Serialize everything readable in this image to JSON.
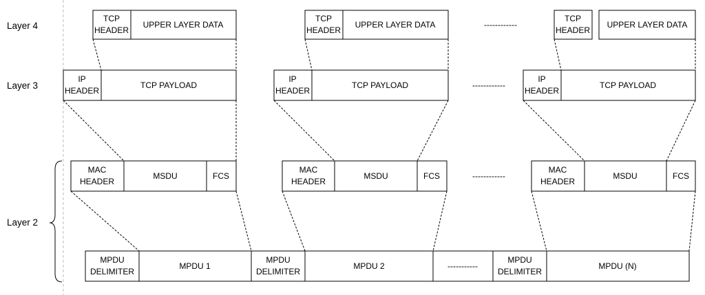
{
  "layers": {
    "layer4": "Layer 4",
    "layer3": "Layer 3",
    "layer2": "Layer 2"
  },
  "ellipsis": "------------",
  "layer4_groups": [
    {
      "header": [
        "TCP",
        "HEADER"
      ],
      "data": "UPPER LAYER DATA"
    },
    {
      "header": [
        "TCP",
        "HEADER"
      ],
      "data": "UPPER LAYER DATA"
    },
    {
      "header": [
        "TCP",
        "HEADER"
      ],
      "data": "UPPER LAYER DATA"
    }
  ],
  "layer3_groups": [
    {
      "header": [
        "IP",
        "HEADER"
      ],
      "payload": "TCP PAYLOAD"
    },
    {
      "header": [
        "IP",
        "HEADER"
      ],
      "payload": "TCP PAYLOAD"
    },
    {
      "header": [
        "IP",
        "HEADER"
      ],
      "payload": "TCP PAYLOAD"
    }
  ],
  "layer2_groups": [
    {
      "header": [
        "MAC",
        "HEADER"
      ],
      "msdu": "MSDU",
      "fcs": "FCS"
    },
    {
      "header": [
        "MAC",
        "HEADER"
      ],
      "msdu": "MSDU",
      "fcs": "FCS"
    },
    {
      "header": [
        "MAC",
        "HEADER"
      ],
      "msdu": "MSDU",
      "fcs": "FCS"
    }
  ],
  "mpdu_row": {
    "delimiter": [
      "MPDU",
      "DELIMITER"
    ],
    "mpdus": [
      "MPDU 1",
      "MPDU 2",
      "MPDU (N)"
    ],
    "gap": "-----------"
  }
}
